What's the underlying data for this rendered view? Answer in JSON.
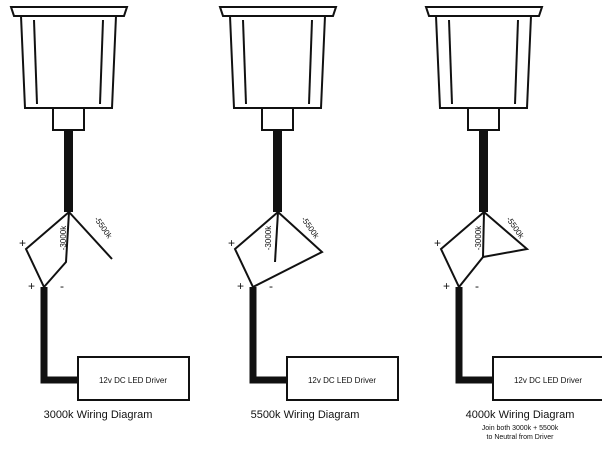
{
  "colors": {
    "line": "#111111",
    "background": "#ffffff"
  },
  "diagrams": [
    {
      "positive_label": "+",
      "negative_label": "-",
      "wire_3000k_label": "-3000k",
      "wire_5500k_label": "-5500k",
      "driver_label": "12v DC LED Driver",
      "caption": "3000k Wiring Diagram",
      "note_line1": "",
      "note_line2": ""
    },
    {
      "positive_label": "+",
      "negative_label": "-",
      "wire_3000k_label": "-3000k",
      "wire_5500k_label": "-5500k",
      "driver_label": "12v DC LED Driver",
      "caption": "5500k Wiring Diagram",
      "note_line1": "",
      "note_line2": ""
    },
    {
      "positive_label": "+",
      "negative_label": "-",
      "wire_3000k_label": "-3000k",
      "wire_5500k_label": "-5500k",
      "driver_label": "12v DC LED Driver",
      "caption": "4000k Wiring Diagram",
      "note_line1": "Join both 3000k + 5500k",
      "note_line2": "to Neutral from Driver"
    }
  ]
}
